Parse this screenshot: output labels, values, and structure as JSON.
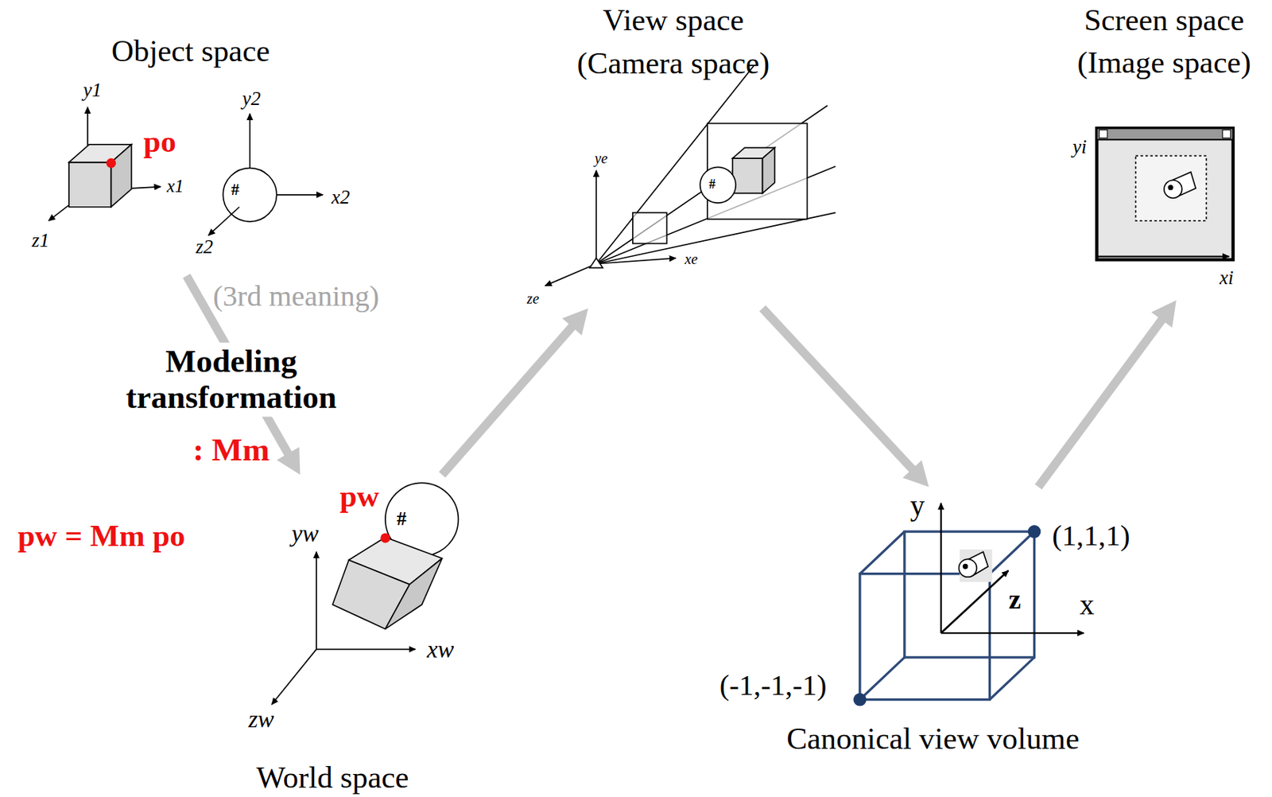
{
  "diagram": {
    "nodes": [
      {
        "text": [
          "Object space"
        ]
      },
      {
        "text": [
          "World space"
        ]
      },
      {
        "text": [
          "View space",
          "(Camera space)"
        ]
      },
      {
        "text": [
          "Canonical view volume"
        ]
      },
      {
        "text": [
          "Screen space",
          "(Image space)"
        ]
      }
    ],
    "edges": [
      {
        "from": 0,
        "to": 1,
        "arrow": "to",
        "label": "Modeling transformation"
      },
      {
        "from": 1,
        "to": 2,
        "arrow": "to"
      },
      {
        "from": 2,
        "to": 3,
        "arrow": "to"
      },
      {
        "from": 3,
        "to": 4,
        "arrow": "to"
      }
    ],
    "labels": [
      "(3rd meaning)",
      ": Mm",
      "pw = Mm po",
      "po",
      "pw",
      "#",
      "#",
      "#",
      "y1",
      "x1",
      "z1",
      "y2",
      "x2",
      "z2",
      "ye",
      "xe",
      "ze",
      "yw",
      "xw",
      "zw",
      "yi",
      "xi",
      "y",
      "x",
      "z",
      "(1,1,1)",
      "(-1,-1,-1)"
    ]
  }
}
